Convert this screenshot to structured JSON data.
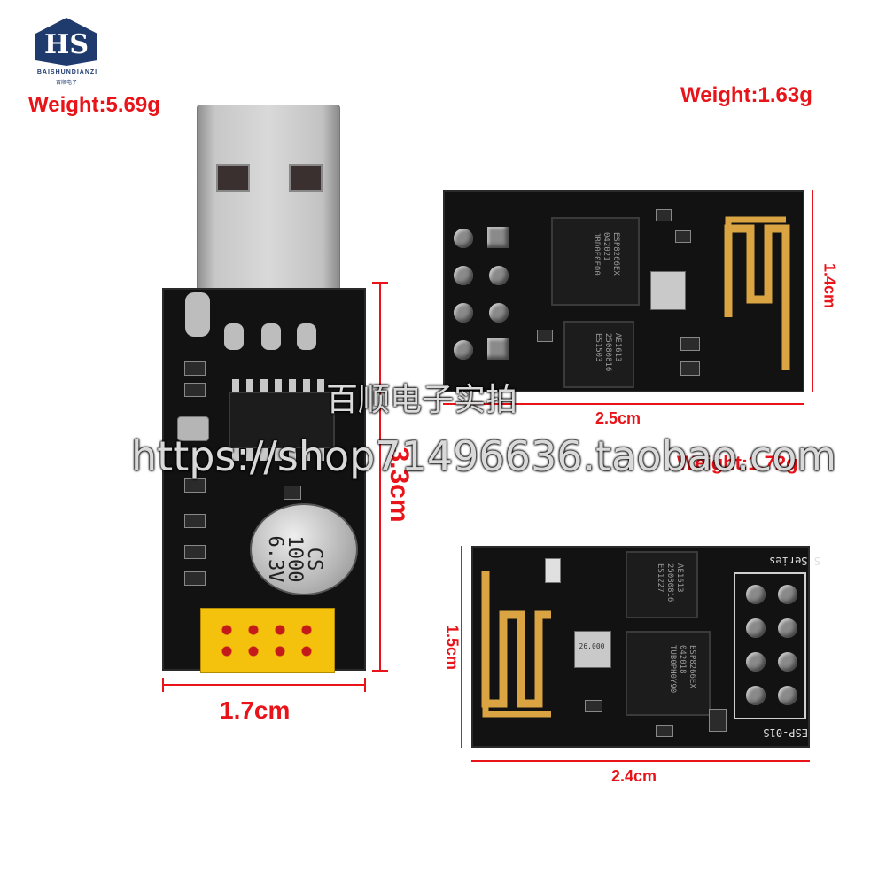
{
  "logo": {
    "brand_text": "BAISHUNDIANZI",
    "sub_text": "百顺电子"
  },
  "labels": {
    "weight_usb": "Weight:5.69g",
    "weight_esp01": "Weight:1.63g",
    "weight_esp01s": "Weight:1.72g",
    "dim_usb_width": "1.7cm",
    "dim_usb_height": "3.3cm",
    "dim_esp01_width": "2.5cm",
    "dim_esp01_height": "1.4cm",
    "dim_esp01s_width": "2.4cm",
    "dim_esp01s_height": "1.5cm"
  },
  "watermark": {
    "line1": "百顺电子实拍",
    "line2": "https://shop71496636.taobao.com"
  },
  "board_text": {
    "capacitor": [
      "CS",
      "1000",
      "6.3V"
    ],
    "esp01_chip": [
      "ESP8266EX",
      "042021",
      "JBD0F0F00"
    ],
    "flash_chip": [
      "AE1613",
      "25080816",
      "ES1503"
    ],
    "esp01s_series": "S Series",
    "esp01s_model": "ESP-01S",
    "esp01s_chip": [
      "ESP8266EX",
      "042018",
      "TUB0PH0Y90"
    ],
    "esp01s_flash": [
      "AE1613",
      "25080816",
      "ES1227"
    ],
    "crystal": "26.000"
  },
  "colors": {
    "label_red": "#e8141a",
    "pcb_black": "#121212",
    "antenna_gold": "#d9a441",
    "header_yellow": "#f4c20d"
  }
}
